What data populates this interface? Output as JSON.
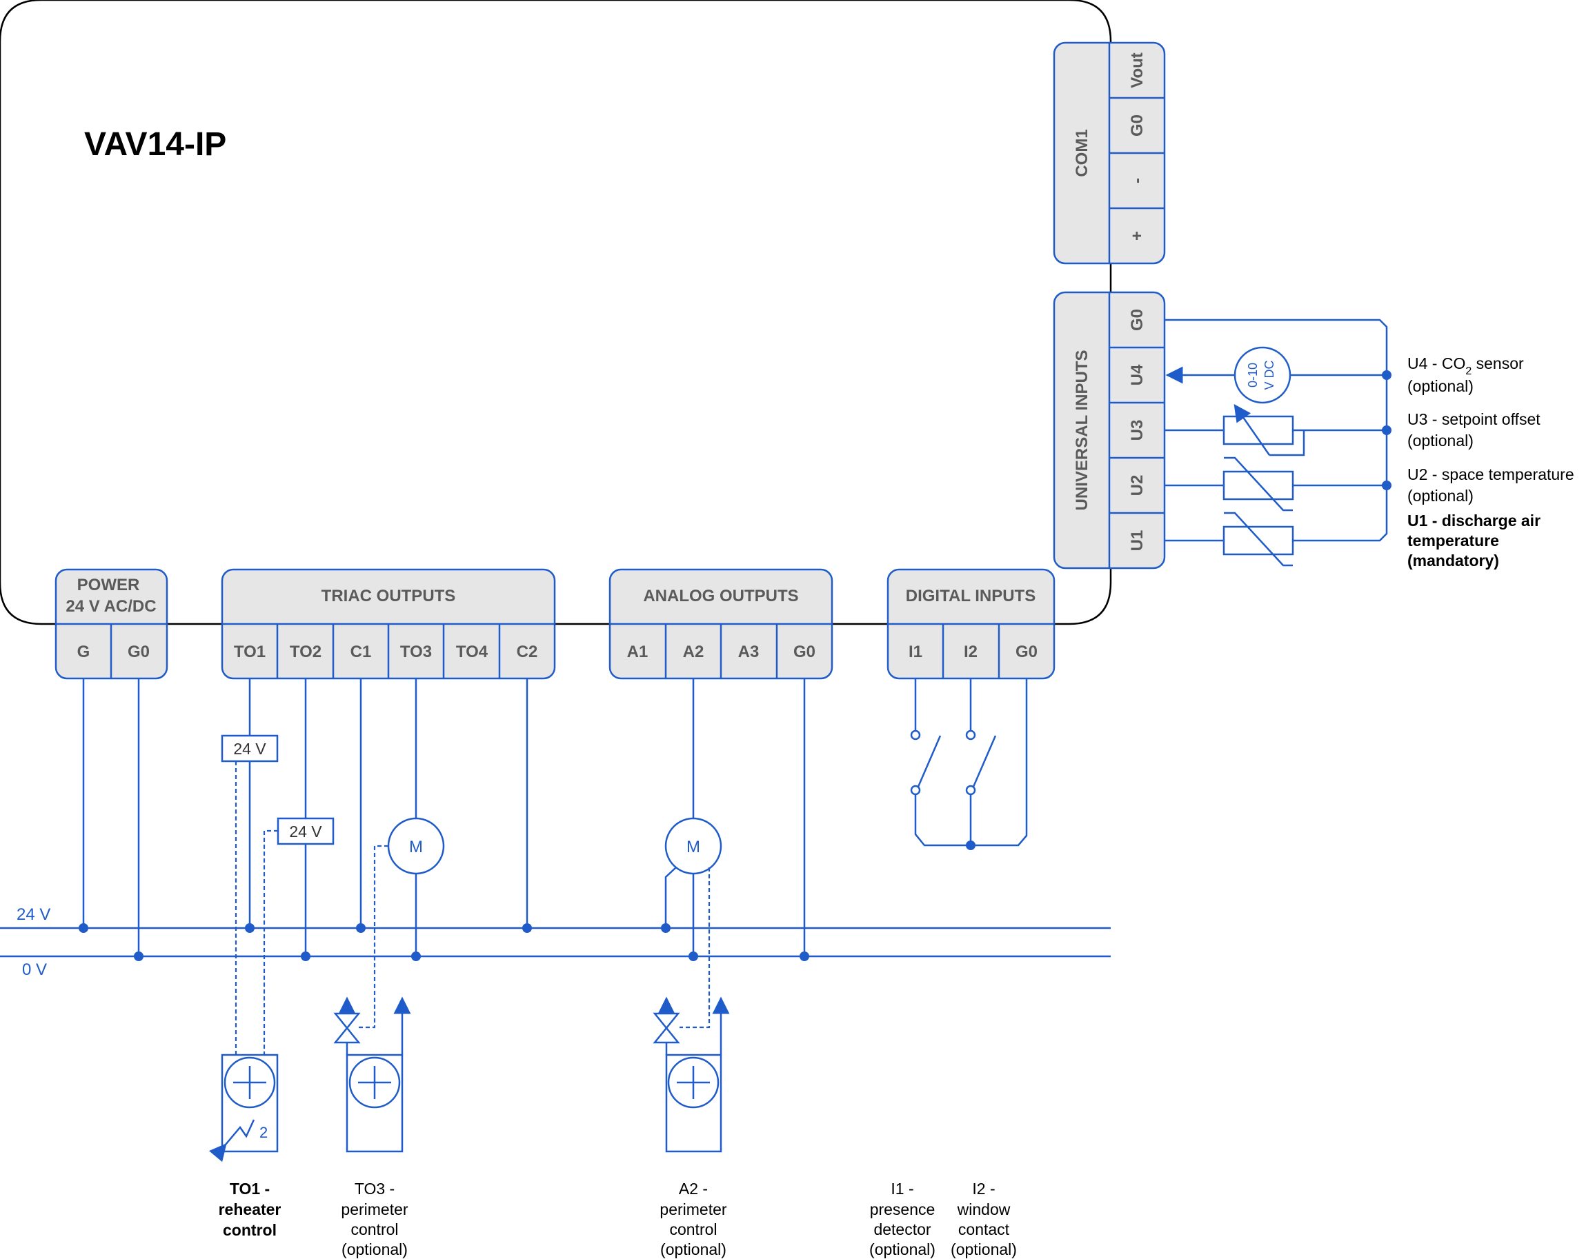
{
  "device": {
    "title": "VAV14-IP"
  },
  "power": {
    "header_line1": "POWER",
    "header_line2": "24 V AC/DC",
    "terminals": [
      "G",
      "G0"
    ]
  },
  "triac": {
    "header": "TRIAC OUTPUTS",
    "terminals": [
      "TO1",
      "TO2",
      "C1",
      "TO3",
      "TO4",
      "C2"
    ]
  },
  "analog": {
    "header": "ANALOG OUTPUTS",
    "terminals": [
      "A1",
      "A2",
      "A3",
      "G0"
    ]
  },
  "digital": {
    "header": "DIGITAL INPUTS",
    "terminals": [
      "I1",
      "I2",
      "G0"
    ]
  },
  "com1": {
    "header": "COM1",
    "terminals": [
      "Vout",
      "G0",
      "-",
      "+"
    ]
  },
  "universal": {
    "header": "UNIVERSAL INPUTS",
    "terminals": [
      "G0",
      "U4",
      "U3",
      "U2",
      "U1"
    ]
  },
  "rails": {
    "v24": "24 V",
    "v0": "0 V"
  },
  "devices": {
    "transformer1": "24 V",
    "transformer2": "24 V",
    "motor1": "M",
    "motor2": "M",
    "co2_sensor_line1": "0-10",
    "co2_sensor_line2": "V DC",
    "heater_stage": "2"
  },
  "labels": {
    "u4_line1a": "U4 - CO",
    "u4_sub": "2",
    "u4_line1b": " sensor",
    "u4_line2": "(optional)",
    "u3_line1": "U3 - setpoint offset",
    "u3_line2": "(optional)",
    "u2_line1": "U2 - space temperature",
    "u2_line2": "(optional)",
    "u1_line1": "U1 - discharge air",
    "u1_line2": "temperature",
    "u1_line3": "(mandatory)",
    "to1": [
      "TO1 -",
      "reheater",
      "control"
    ],
    "to3": [
      "TO3 -",
      "perimeter",
      "control",
      "(optional)"
    ],
    "a2": [
      "A2 -",
      "perimeter",
      "control",
      "(optional)"
    ],
    "i1": [
      "I1 -",
      "presence",
      "detector",
      "(optional)"
    ],
    "i2": [
      "I2 -",
      "window",
      "contact",
      "(optional)"
    ]
  }
}
